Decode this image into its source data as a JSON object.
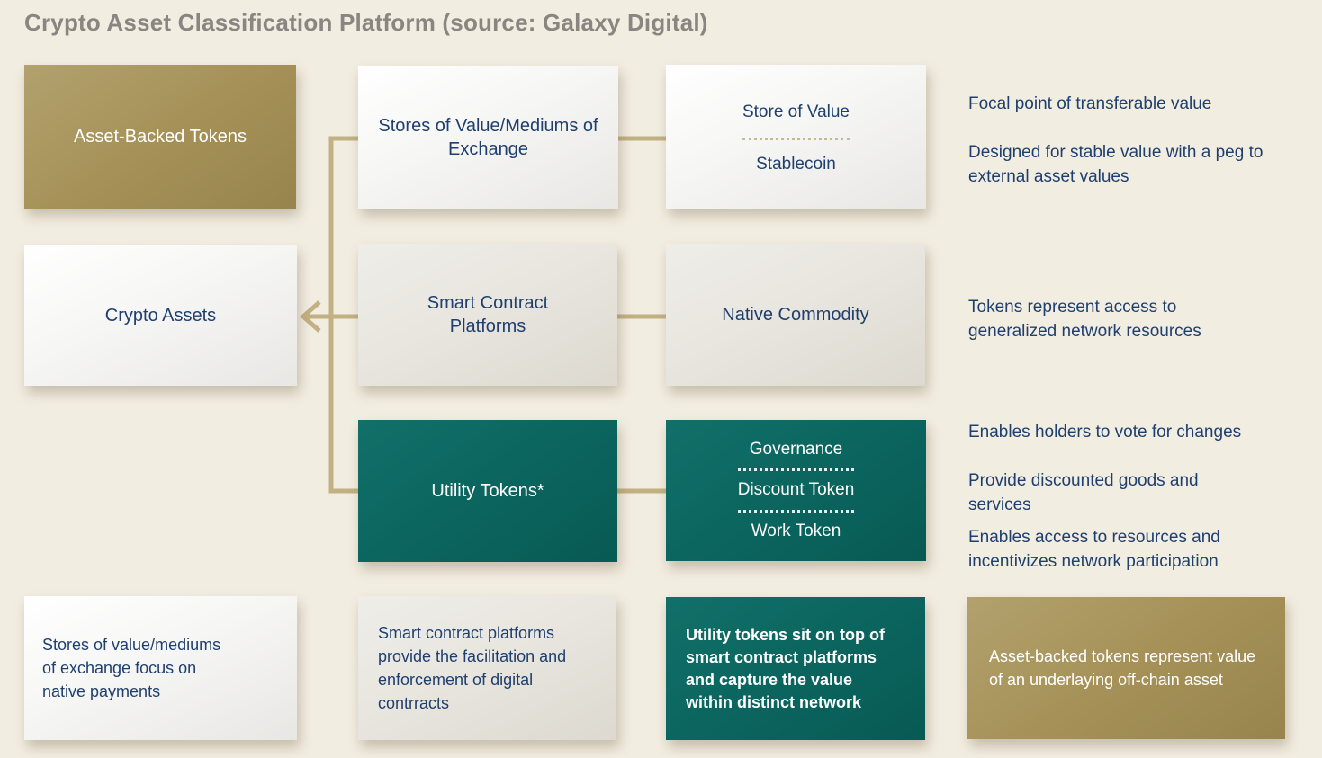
{
  "title": "Crypto Asset Classification Platform (source: Galaxy Digital)",
  "colors": {
    "background": "#f2ede1",
    "gold": "#a69258",
    "teal": "#0c6660",
    "navy_text": "#1f3f6e",
    "title_gray": "#8a8580",
    "connector_line": "#c2b183"
  },
  "tree": {
    "root": {
      "label": "Crypto Assets"
    },
    "asset_backed": {
      "label": "Asset-Backed Tokens"
    },
    "branches": [
      {
        "label": "Stores of Value/Mediums of Exchange",
        "children": [
          "Store of Value",
          "Stablecoin"
        ],
        "annotations": [
          "Focal point of transferable value",
          "Designed for stable value with a peg to external asset values"
        ]
      },
      {
        "label": "Smart Contract Platforms",
        "children": [
          "Native Commodity"
        ],
        "annotations": [
          "Tokens represent access to generalized network resources"
        ]
      },
      {
        "label": "Utility Tokens*",
        "children": [
          "Governance",
          "Discount Token",
          "Work Token"
        ],
        "annotations": [
          "Enables holders to vote for changes",
          "Provide discounted goods and services",
          "Enables access to resources and incentivizes network participation"
        ]
      }
    ]
  },
  "footnotes": [
    {
      "text": "Stores of value/mediums of exchange focus on native payments"
    },
    {
      "text": "Smart contract platforms provide the facilitation and enforcement of digital contrracts"
    },
    {
      "text": "Utility tokens sit on top of smart contract platforms and capture the value within distinct network"
    },
    {
      "text": "Asset-backed tokens represent value of an underlaying off-chain asset"
    }
  ]
}
